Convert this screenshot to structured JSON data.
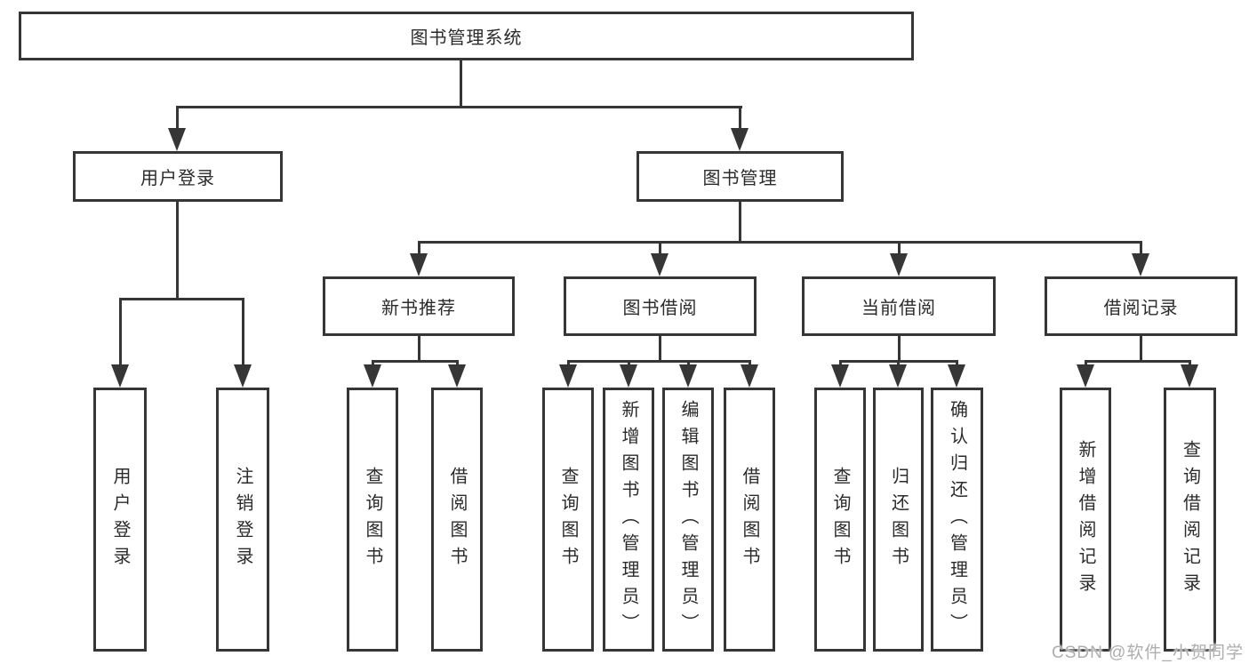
{
  "colors": {
    "line": "#363636",
    "text": "#2b2b2b",
    "bg": "#ffffff",
    "wm": "#aeaeae"
  },
  "tree": {
    "label": "图书管理系统",
    "children": [
      {
        "label": "用户登录",
        "children": [
          {
            "label": "用户登录"
          },
          {
            "label": "注销登录"
          }
        ]
      },
      {
        "label": "图书管理",
        "children": [
          {
            "label": "新书推荐",
            "children": [
              {
                "label": "查询图书"
              },
              {
                "label": "借阅图书"
              }
            ]
          },
          {
            "label": "图书借阅",
            "children": [
              {
                "label": "查询图书"
              },
              {
                "label": "新增图书（管理员）"
              },
              {
                "label": "编辑图书（管理员）"
              },
              {
                "label": "借阅图书"
              }
            ]
          },
          {
            "label": "当前借阅",
            "children": [
              {
                "label": "查询图书"
              },
              {
                "label": "归还图书"
              },
              {
                "label": "确认归还（管理员）"
              }
            ]
          },
          {
            "label": "借阅记录",
            "children": [
              {
                "label": "新增借阅记录"
              },
              {
                "label": "查询借阅记录"
              }
            ]
          }
        ]
      }
    ]
  },
  "watermark": {
    "text": "CSDN @软件_小贺同学"
  }
}
